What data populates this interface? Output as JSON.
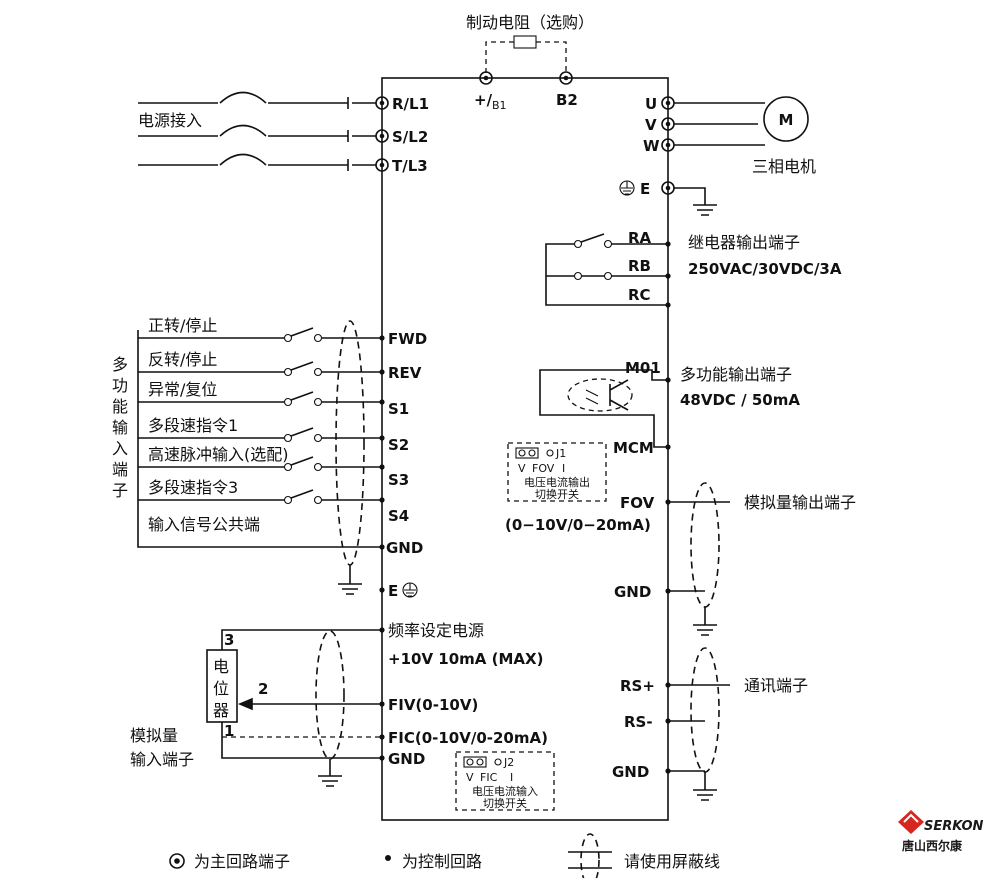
{
  "brake": {
    "label": "制动电阻（选购）",
    "t1": "+/",
    "t1_sub": "B1",
    "t2": "B2"
  },
  "power": {
    "label": "电源接入",
    "terminals": [
      "R/L1",
      "S/L2",
      "T/L3"
    ]
  },
  "motor": {
    "terminals": [
      "U",
      "V",
      "W"
    ],
    "symbol": "M",
    "label": "三相电机"
  },
  "ground_terminal": "E",
  "relay": {
    "terminals": [
      "RA",
      "RB",
      "RC"
    ],
    "label": "继电器输出端子",
    "rating": "250VAC/30VDC/3A"
  },
  "mo": {
    "t1": "M01",
    "t2": "MCM",
    "label": "多功能输出端子",
    "rating": "48VDC / 50mA"
  },
  "j1": {
    "name": "J1",
    "v": "V",
    "fov": "FOV",
    "i": "I",
    "line1": "电压电流输出",
    "line2": "切换开关"
  },
  "aout": {
    "terminal": "FOV",
    "range": "(0−10V/0−20mA)",
    "label": "模拟量输出端子",
    "gnd": "GND"
  },
  "comm": {
    "t1": "RS+",
    "t2": "RS-",
    "gnd": "GND",
    "label": "通讯端子"
  },
  "inputs": {
    "group": "多功能输入端子",
    "items": [
      {
        "label": "正转/停止",
        "terminal": "FWD"
      },
      {
        "label": "反转/停止",
        "terminal": "REV"
      },
      {
        "label": "异常/复位",
        "terminal": "S1"
      },
      {
        "label": "多段速指令1",
        "terminal": "S2"
      },
      {
        "label": "高速脉冲输入(选配)",
        "terminal": "S3"
      },
      {
        "label": "多段速指令3",
        "terminal": "S4"
      }
    ],
    "common": "输入信号公共端",
    "gnd": "GND",
    "e": "E"
  },
  "analog_in": {
    "supply": "频率设定电源",
    "supply_spec": "+10V  10mA (MAX)",
    "fiv": "FIV(0-10V)",
    "fic": "FIC(0-10V/0-20mA)",
    "gnd": "GND",
    "pot_chars": [
      "电",
      "位",
      "器"
    ],
    "pins": [
      "3",
      "2",
      "1"
    ],
    "label1": "模拟量",
    "label2": "输入端子"
  },
  "j2": {
    "name": "J2",
    "v": "V",
    "fic": "FIC",
    "i": "I",
    "line1": "电压电流输入",
    "line2": "切换开关"
  },
  "legend": {
    "main": "为主回路端子",
    "ctrl": "为控制回路",
    "shield": "请使用屏蔽线"
  },
  "logo": {
    "brand": "SERKON",
    "cn": "唐山西尔康",
    "color": "#d7261e"
  }
}
